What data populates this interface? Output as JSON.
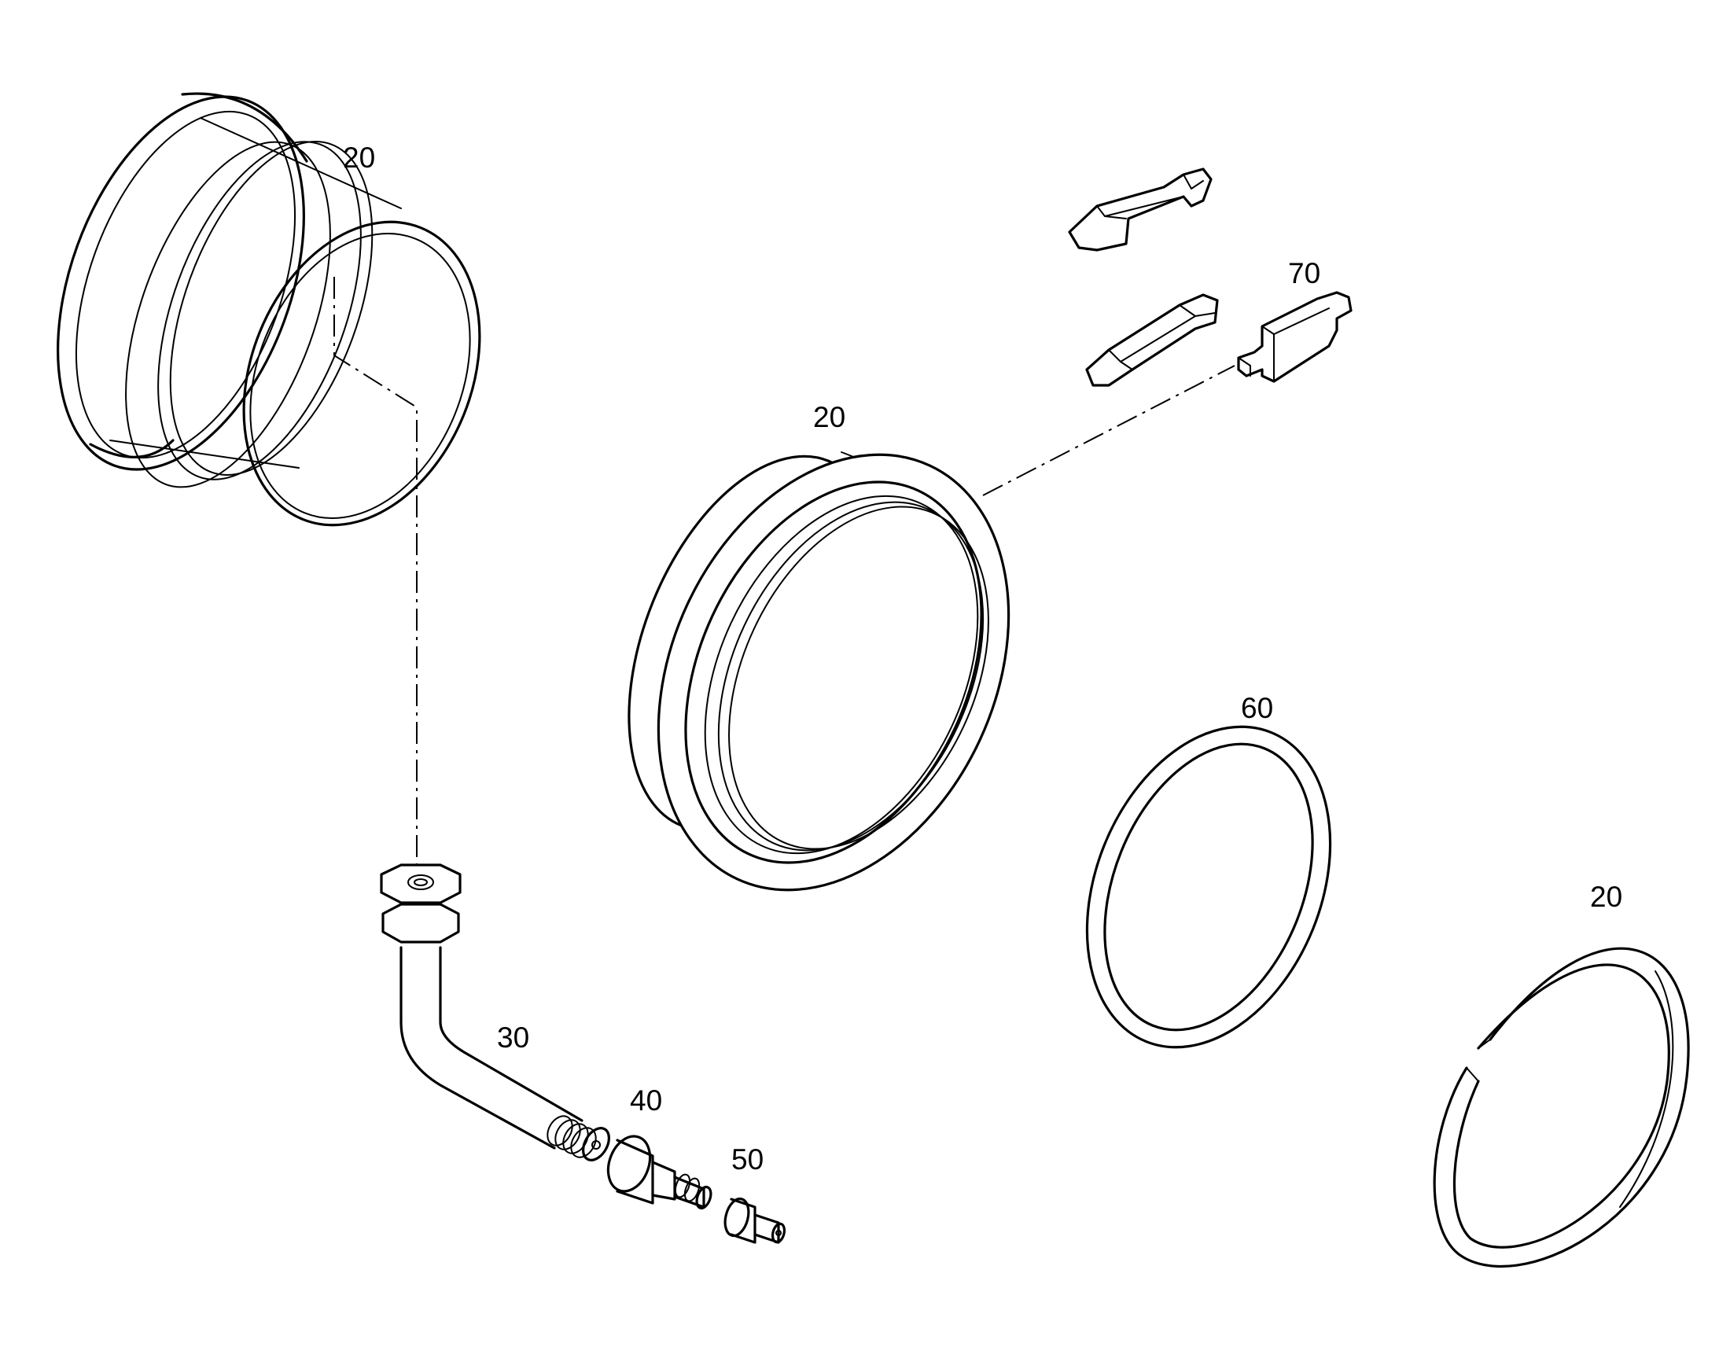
{
  "diagram": {
    "labels": {
      "rim_label": "20",
      "rim_flange_label": "20",
      "lock_ring_label": "20",
      "valve_stem_label": "30",
      "valve_adapter_label": "40",
      "valve_cap_label": "50",
      "o_ring_label": "60",
      "driver_key_label": "70"
    },
    "colors": {
      "line": "#000000",
      "background": "#ffffff"
    }
  }
}
